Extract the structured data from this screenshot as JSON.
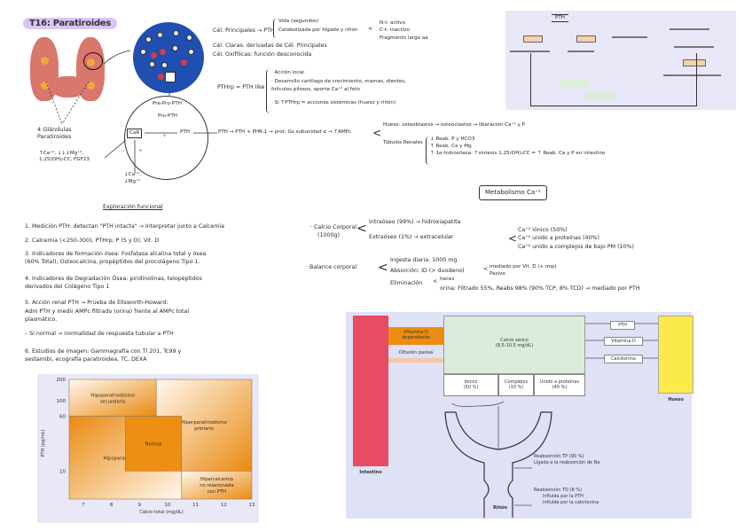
{
  "title": "T16: Paratiroides",
  "thyroid": {
    "label": "4 Glándulas Paratiroides"
  },
  "cells": {
    "principales": "Cél. Principales → PTH",
    "claras": "Cél. Claras: derivadas de Cél. Principales",
    "oxifilicas": "Cél. Oxifílicas: función desconocida",
    "pth_branch": [
      "Vida (segundos)",
      "Catabolizada por hígado y riñón"
    ],
    "fragments": [
      "N-t: activo",
      "C-t: inactivo",
      "Fragmento largo aa"
    ]
  },
  "pthrp": {
    "label": "PTHrp = PTH like",
    "items": [
      "· Acción local",
      "· Desarrollo cartílago de crecimiento, mamas, dientes,",
      "  folículos pilosos, aporte Ca⁺² al feto",
      "· Si ↑PTHrp = acciones sistémicas (hueso y riñón)"
    ]
  },
  "synthesis": {
    "pre_pro": "Pre-Pro-PTH",
    "pro": "Pro-PTH",
    "pth": "PTH",
    "casr": "CaR",
    "plus": "+",
    "minus": "−",
    "inhibitors": "↑Ca⁺², ↓↓↓Mg⁺², 1,25(OH)₂CC, FGF23",
    "stimulators": [
      "↓Ca⁺²,",
      "↓Mg⁺²"
    ]
  },
  "receptor": {
    "chain": "PTH → PTH + PHR-1 → prot. Gs subunidad α → ↑AMPc",
    "hueso": "Hueso: osteoblastos → osteoclastos → liberación Ca⁺² y P",
    "tubulos_label": "Túbulos Renales",
    "tubulos": [
      "↓ Reab. P y HCO3",
      "↑ Reab. Ca y Mg",
      "↑ 1α-hidroxilasa: ↑síntesis 1,25(OH)₂CC = ↑ Reab. Ca y P en intestino"
    ]
  },
  "exploracion": {
    "heading": "Exploración funcional",
    "items": [
      "1. Medición PTH: detectan \"PTH intacta\" → Interpretar junto a Calcemia",
      "2. Calcemia (<250-300), PTHrp, P (S y O), Vit. D",
      "3. Indicadores de formación ósea: Fosfatasa alcalina total y ósea",
      "   (60% Total), Osteocalcina, propéptidos del procolágeno Tipo 1.",
      "4. Indicadores de Degradación Ósea: piridinolinas, telopéptidos",
      "   derivados del Colágeno Tipo 1",
      "5. Acción renal PTH → Prueba de Ellsworth-Howard:",
      "   Adm PTH y medir AMPc filtrado (orina) frente al AMPc total",
      "   plasmático.",
      "   – Si normal → normalidad de respuesta tubular a PTH",
      "6. Estudios de imagen: Gammagrafía con Tl 201, Tc99 y",
      "   sestamibi, ecografía paratiroidea, TC, DEXA"
    ]
  },
  "metabolismo": {
    "title": "Metabolismo Ca⁺²",
    "calcio_corporal": [
      "· Calcio Corporal",
      "(1000g)"
    ],
    "intraoseo": "Intraóseo (99%) → hidroxiapatita",
    "extraoseo": "Extraóseo (1%) → extracelular",
    "extra_items": [
      "Ca⁺² iónico (50%)",
      "Ca⁺² unido a proteínas (40%)",
      "Ca⁺² unido a complejos de bajo PM (10%)"
    ],
    "balance": "· Balance corporal",
    "ingesta": "Ingesta diaria: 1000 mg",
    "absorcion": "Absorción: ID (> duodeno)",
    "absorcion_items": [
      "mediado por Vit. D (+ imp)",
      "Pasivo"
    ],
    "eliminacion": "Eliminación",
    "elim_items": [
      "heces",
      "orina: Filtrado 55%, Reabs 98% (90% TCP, 8% TCD) → mediado por PTH"
    ]
  },
  "top_right_diagram": {
    "top_label": "PTH"
  },
  "chart_data": {
    "type": "heatmap",
    "title": "",
    "xlabel": "Calcio total (mg/dL)",
    "ylabel": "PTH (pg/mL)",
    "x_ticks": [
      7,
      8,
      9,
      10,
      11,
      12,
      13
    ],
    "y_ticks": [
      10,
      60,
      100,
      200
    ],
    "xlim": [
      6.5,
      13
    ],
    "ylim_log": [
      4,
      200
    ],
    "regions": [
      {
        "name": "Hipoparatiroidismo secundario",
        "x": [
          6.5,
          9.6
        ],
        "y": [
          60,
          200
        ],
        "shade": "light-to-orange"
      },
      {
        "name": "Hiperparatiroidismo primario",
        "x": [
          9.6,
          13
        ],
        "y": [
          10,
          200
        ],
        "shade": "light-to-orange"
      },
      {
        "name": "Normal",
        "x": [
          8.5,
          10.5
        ],
        "y": [
          10,
          60
        ],
        "shade": "orange"
      },
      {
        "name": "Hipoparatiroidismo",
        "x": [
          6.5,
          10.5
        ],
        "y": [
          4,
          60
        ],
        "shade": "orange-to-light"
      },
      {
        "name": "Hipercalcemia no relacionada con PTH",
        "x": [
          10.5,
          13
        ],
        "y": [
          4,
          10
        ],
        "shade": "light-to-orange"
      }
    ]
  },
  "calcium_diagram": {
    "intestino": "Intestino",
    "hueso": "Hueso",
    "rinon": "Riñón",
    "vit_d_dep": [
      "Vitamina D",
      "dependiente"
    ],
    "difusion": "Difusión pasiva",
    "serum": [
      "Calcio sérico",
      "(8,5-10,5 mg/dL)"
    ],
    "fractions": [
      {
        "label": "Iónico",
        "pct": "(50 %)"
      },
      {
        "label": "Complejos",
        "pct": "(10 %)"
      },
      {
        "label": "Unido a proteínas",
        "pct": "(40 %)"
      }
    ],
    "hormones": [
      "PTH",
      "Vitamina D",
      "Calcitonina"
    ],
    "reab_tp": [
      "Reabsorción TP (90 %)",
      "Ligada a la reabsorción de Na"
    ],
    "reab_td": [
      "Reabsorción TD (8 %)",
      "Influida por la PTH",
      "Influida por la calcitonina"
    ]
  }
}
